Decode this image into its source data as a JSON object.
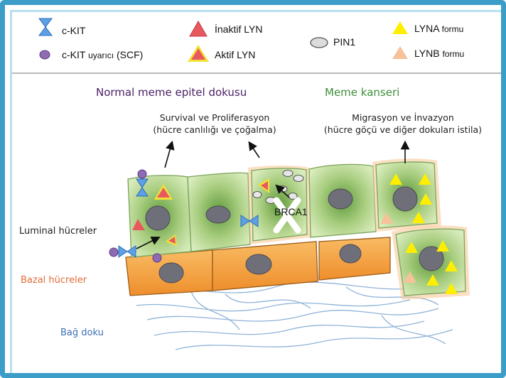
{
  "legend": {
    "ckit": "c-KIT",
    "ckit_ligand_main": "c-KIT",
    "ckit_ligand_small": "uyarıcı",
    "ckit_ligand_abbr": "(SCF)",
    "inactive_lyn": "İnaktif  LYN",
    "active_lyn": "Aktif  LYN",
    "pin1": "PIN1",
    "lyna": "LYNA",
    "lyna_suffix": "formu",
    "lynb": "LYNB",
    "lynb_suffix": "formu"
  },
  "headings": {
    "normal": "Normal meme epitel dokusu",
    "cancer": "Meme kanseri"
  },
  "descriptions": {
    "survival_line1": "Survival ve Proliferasyon",
    "survival_line2": "(hücre canlılığı ve çoğalma)",
    "migration_line1": "Migrasyon ve İnvazyon",
    "migration_line2": "(hücre göçü ve diğer dokuları istila)"
  },
  "labels": {
    "brca1": "BRCA1",
    "luminal": "Luminal hücreler",
    "basal": "Bazal hücreler",
    "connective": "Bağ doku"
  },
  "colors": {
    "frame": "#3d9dc9",
    "luminal_cell": "#c7dfa4",
    "basal_cell": "#f4a54b",
    "nucleus": "#6e6f78",
    "ckit_receptor": "#4f8fd8",
    "scf": "#8e6bb3",
    "lyn_inactive": "#e8595f",
    "lyn_active_border": "#f2e236",
    "pin1": "#dcdcdc",
    "lyna": "#ffee00",
    "lynb": "#f7c19a",
    "fiber": "#7fa6cf"
  }
}
